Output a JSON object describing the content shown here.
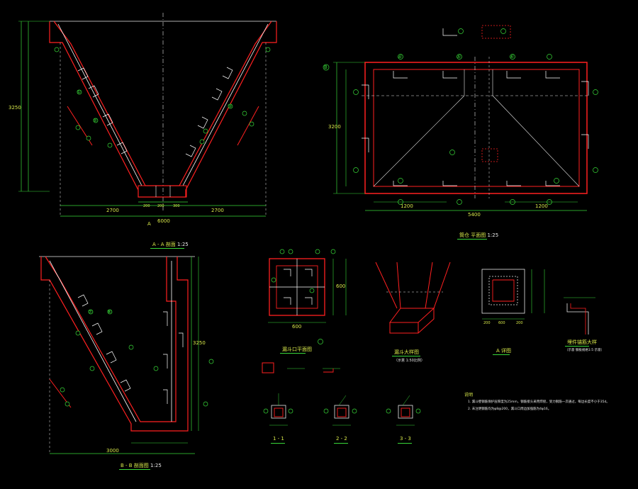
{
  "drawing": {
    "titles": {
      "section_aa": "A - A 剖面",
      "section_aa_scale": "1:25",
      "plan_main": "筒仓 平面图",
      "plan_main_scale": "1:25",
      "section_bb": "B - B 剖面图",
      "section_bb_scale": "1:25",
      "outlet_plan": "漏斗口平面图",
      "hopper_axo": "漏斗大样图",
      "hopper_axo_sub": "（示意 1:50比例）",
      "detail_a": "A 详图",
      "embed_detail": "埋件锚筋大样",
      "embed_detail_sub": "（示意 钢板规格1:5  示意）",
      "section_11": "1 - 1",
      "section_22": "2 - 2",
      "section_33": "3 - 3"
    },
    "notes": {
      "heading": "说明",
      "line1": "1. 漏斗壁钢筋保护层厚度为25mm，钢筋接头采用焊接，受力钢筋一次通过，每边长度不小于35d。",
      "line2": "2. 未注明钢筋均为φ8@200，漏斗口周边加强筋为4φ16。"
    },
    "dims": {
      "aa_bottom_total": "6000",
      "aa_bottom_left": "2700",
      "aa_bottom_right": "2700",
      "aa_height": "3250",
      "aa_mid_a": "200",
      "aa_mid_b": "200",
      "aa_mid_c": "300",
      "plan_width_total": "5400",
      "plan_left": "1200",
      "plan_right": "1200",
      "plan_height": "3200",
      "bb_bottom_total": "3000",
      "bb_height": "3250",
      "outlet_w": "600",
      "outlet_h": "600",
      "a_det_w1": "200",
      "a_det_w2": "600",
      "a_det_w3": "200",
      "label_a": "A",
      "label_b": "B",
      "bar_1": "①",
      "bar_2": "②",
      "bar_3": "③",
      "bar_4": "④",
      "bar_5": "⑤",
      "bar_6": "⑥",
      "bar_7": "⑦",
      "bar_8": "⑧"
    },
    "colors": {
      "background": "#000000",
      "outline": "#ff2020",
      "dimension": "#38d838",
      "text": "#d8e84a",
      "centerline": "#e8e8e8",
      "bar": "#ffffff"
    }
  }
}
